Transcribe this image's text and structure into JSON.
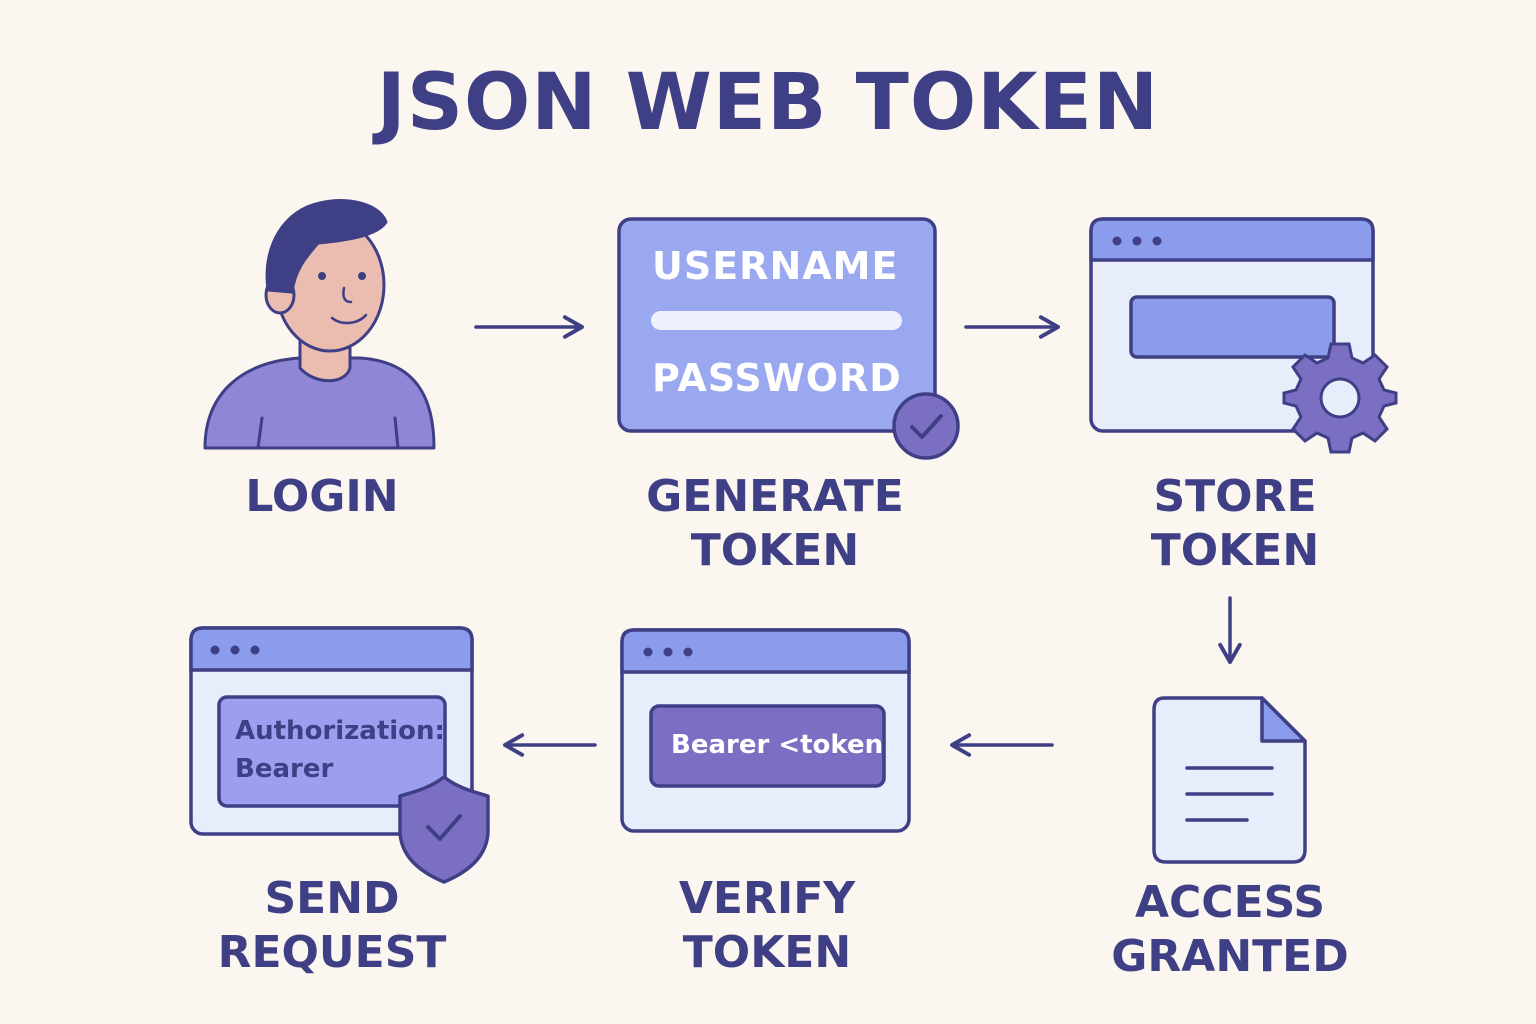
{
  "title": "JSON WEB TOKEN",
  "steps": {
    "login": {
      "label": "LOGIN"
    },
    "generate": {
      "line1": "GENERATE",
      "line2": "TOKEN",
      "username": "USERNAME",
      "password": "PASSWORD"
    },
    "store": {
      "line1": "STORE",
      "line2": "TOKEN"
    },
    "access": {
      "line1": "ACCESS",
      "line2": "GRANTED"
    },
    "verify": {
      "line1": "VERIFY",
      "line2": "TOKEN",
      "token_text": "Bearer <token"
    },
    "send": {
      "line1": "SEND",
      "line2": "REQUEST",
      "header_line1": "Authorization:",
      "header_line2": "Bearer"
    }
  },
  "icons": {
    "login": "person-icon",
    "generate": "credentials-card-icon",
    "store": "browser-gear-icon",
    "access": "document-icon",
    "verify": "browser-token-icon",
    "send": "browser-shield-icon"
  },
  "colors": {
    "background": "#fcf6f1",
    "ink": "#3f3f85",
    "card_fill": "#9aa8ef",
    "browser_bar": "#8c9cec",
    "browser_body": "#e8edfc",
    "accent_purple": "#7b6fc4"
  }
}
